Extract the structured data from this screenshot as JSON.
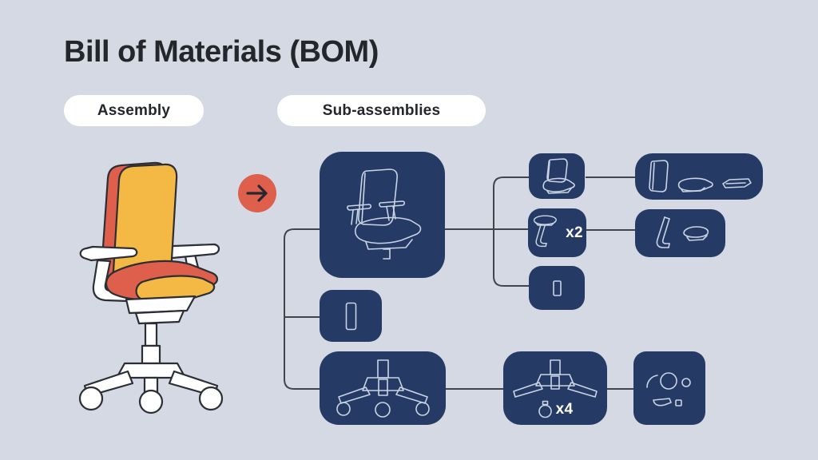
{
  "title": "Bill of Materials (BOM)",
  "badges": {
    "assembly": "Assembly",
    "sub_assemblies": "Sub-assemblies"
  },
  "arrow": {
    "icon": "arrow-right-icon",
    "circle_color": "#dd5f4c",
    "glyph_color": "#26282e"
  },
  "palette": {
    "background": "#d4d9e4",
    "node_fill": "#253a64",
    "node_line_art": "#c9d4e5",
    "connector_line": "#42454c",
    "chair_yellow": "#f4b944",
    "chair_coral": "#dd5f4c",
    "chair_white": "#ffffff",
    "chair_outline": "#2c2e35",
    "text_dark": "#24262c",
    "badge_background": "#ffffff"
  },
  "illustration": {
    "icon": "office-chair-illustration"
  },
  "nodes": {
    "chair_top_assembly": {
      "icon": "chair-top-assembly-icon",
      "qty": ""
    },
    "gas_lift_cylinder": {
      "icon": "gas-lift-cylinder-icon",
      "qty": ""
    },
    "base_assembly": {
      "icon": "chair-base-icon",
      "qty": ""
    },
    "seat_back_shell": {
      "icon": "seat-and-back-icon",
      "qty": ""
    },
    "armrest": {
      "icon": "armrest-icon",
      "qty": "x2"
    },
    "lift_pin": {
      "icon": "small-cylinder-icon",
      "qty": ""
    },
    "backrest_parts": {
      "icon": "backrest-cushion-pan-icon",
      "qty": ""
    },
    "armrest_parts": {
      "icon": "armrest-post-and-pad-icon",
      "qty": ""
    },
    "caster_set": {
      "icon": "base-and-caster-icon",
      "qty": "x4"
    },
    "hardware": {
      "icon": "fasteners-hardware-icon",
      "qty": ""
    }
  },
  "edges": [
    [
      "chair_top_assembly",
      "gas_lift_cylinder"
    ],
    [
      "chair_top_assembly",
      "base_assembly"
    ],
    [
      "chair_top_assembly",
      "seat_back_shell"
    ],
    [
      "chair_top_assembly",
      "armrest"
    ],
    [
      "chair_top_assembly",
      "lift_pin"
    ],
    [
      "seat_back_shell",
      "backrest_parts"
    ],
    [
      "armrest",
      "armrest_parts"
    ],
    [
      "base_assembly",
      "caster_set"
    ],
    [
      "caster_set",
      "hardware"
    ]
  ]
}
